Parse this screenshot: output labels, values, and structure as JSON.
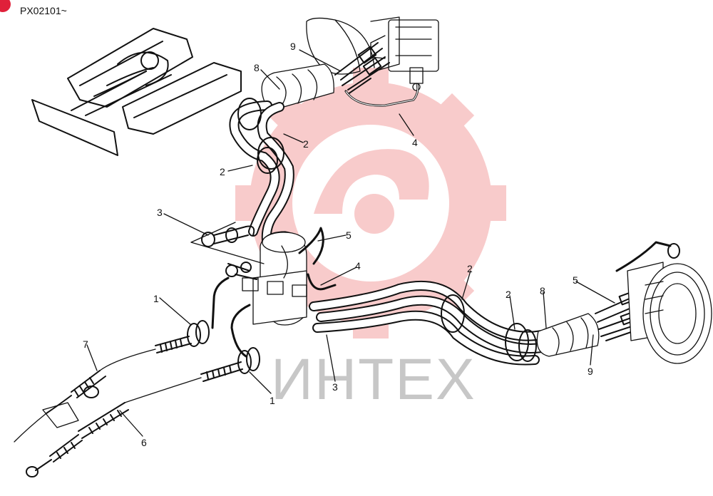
{
  "header": {
    "code": "PX02101~"
  },
  "watermark": {
    "text": "ИНТЕХ",
    "color": "#e03030"
  },
  "callouts": [
    {
      "id": "c9a",
      "text": "9"
    },
    {
      "id": "c8a",
      "text": "8"
    },
    {
      "id": "c2a",
      "text": "2"
    },
    {
      "id": "c2b",
      "text": "2"
    },
    {
      "id": "c4a",
      "text": "4"
    },
    {
      "id": "c3a",
      "text": "3"
    },
    {
      "id": "c5a",
      "text": "5"
    },
    {
      "id": "c4b",
      "text": "4"
    },
    {
      "id": "c1a",
      "text": "1"
    },
    {
      "id": "c7a",
      "text": "7"
    },
    {
      "id": "c1b",
      "text": "1"
    },
    {
      "id": "c3b",
      "text": "3"
    },
    {
      "id": "c6a",
      "text": "6"
    },
    {
      "id": "c2c",
      "text": "2"
    },
    {
      "id": "c2d",
      "text": "2"
    },
    {
      "id": "c8b",
      "text": "8"
    },
    {
      "id": "c5b",
      "text": "5"
    },
    {
      "id": "c9b",
      "text": "9"
    }
  ]
}
